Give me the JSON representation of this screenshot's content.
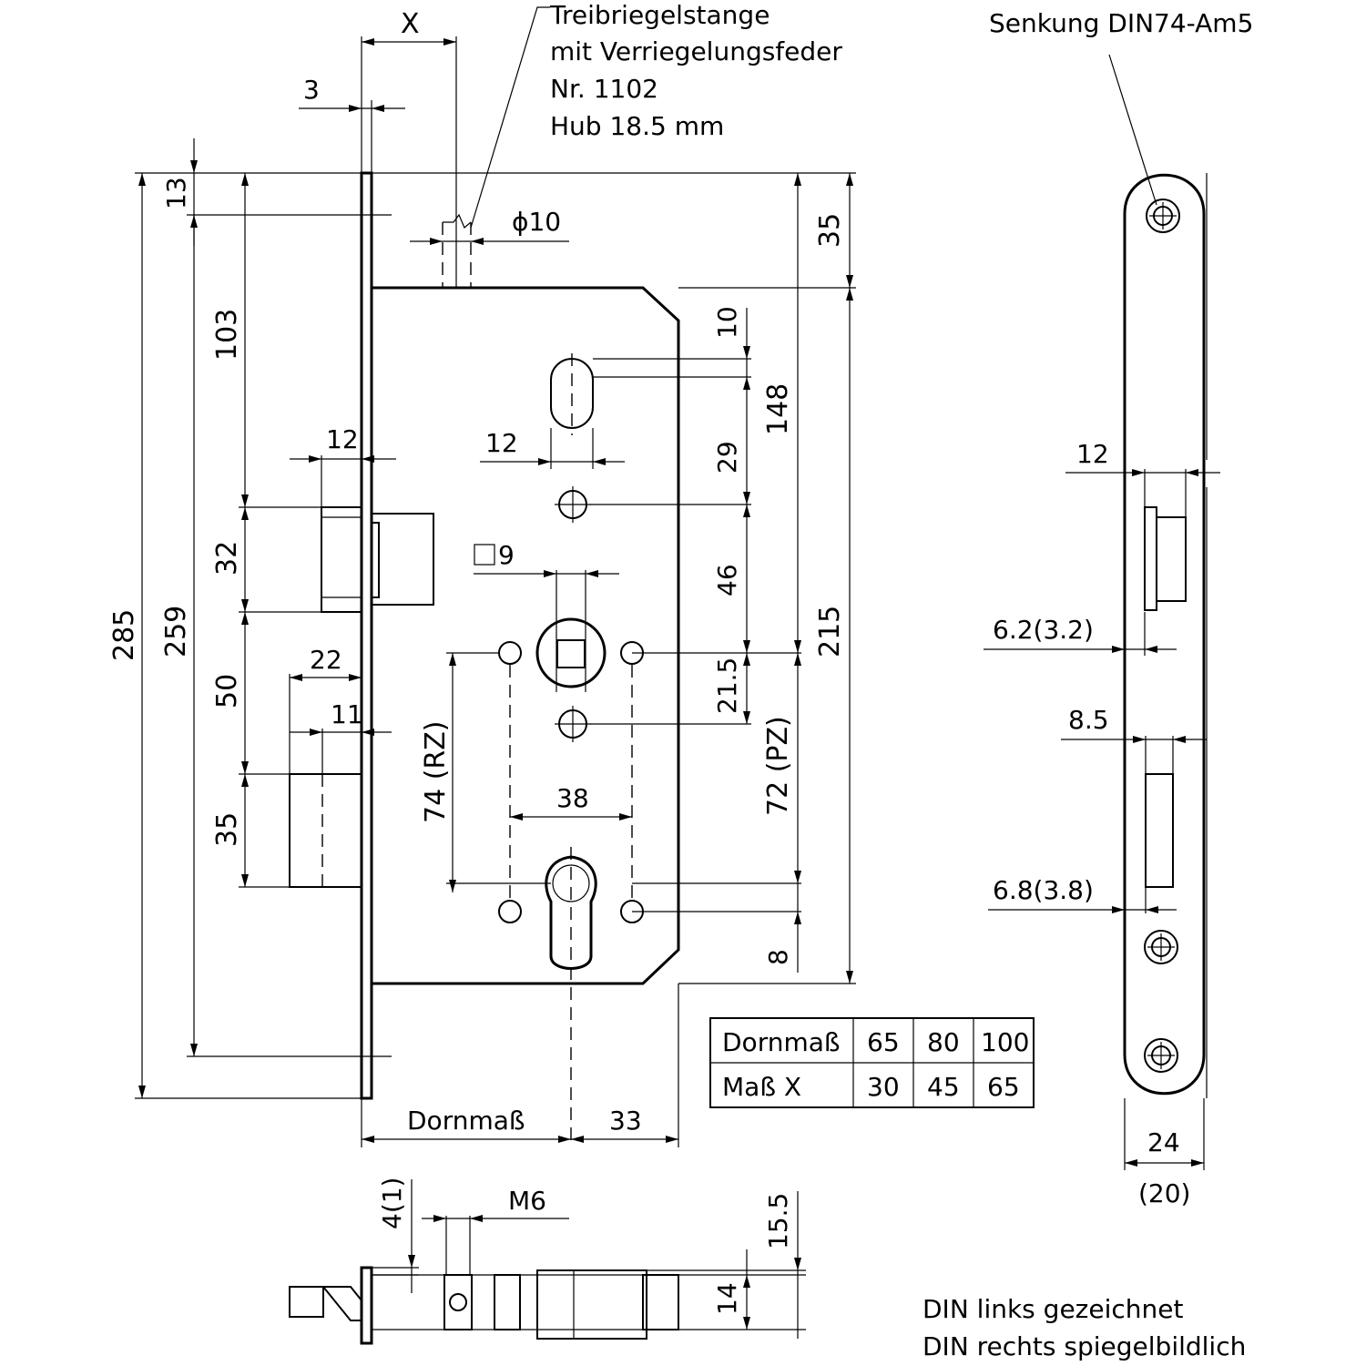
{
  "notes": {
    "rod_line1": "Treibriegelstange",
    "rod_line2": "mit Verriegelungsfeder",
    "rod_line3": "Nr. 1102",
    "rod_line4": "Hub 18.5 mm",
    "countersink": "Senkung DIN74-Am5",
    "din_left": "DIN links gezeichnet",
    "din_right": "DIN rechts spiegelbildlich"
  },
  "dimensions": {
    "x": "X",
    "three": "3",
    "thirteen": "13",
    "dia10": "ϕ10",
    "thirty_five_top": "35",
    "d103": "103",
    "d148": "148",
    "d10": "10",
    "d12_slot": "12",
    "d29": "29",
    "d12_latch": "12",
    "d32": "32",
    "square9": "9",
    "d46": "46",
    "d285": "285",
    "d259": "259",
    "d215": "215",
    "d50": "50",
    "d22": "22",
    "d21_5": "21.5",
    "d11": "11",
    "rz": "74 (RZ)",
    "pz": "72 (PZ)",
    "d38": "38",
    "d35_bolt": "35",
    "d8": "8",
    "dornmass": "Dornmaß",
    "d33": "33",
    "d4_1": "4(1)",
    "m6": "M6",
    "d15_5": "15.5",
    "d14": "14",
    "side_12": "12",
    "side_6_2": "6.2(3.2)",
    "side_8_5": "8.5",
    "side_6_8": "6.8(3.8)",
    "side_24": "24",
    "side_20": "(20)"
  },
  "table": {
    "rows": [
      [
        "Dornmaß",
        "65",
        "80",
        "100"
      ],
      [
        "Maß X",
        "30",
        "45",
        "65"
      ]
    ]
  }
}
